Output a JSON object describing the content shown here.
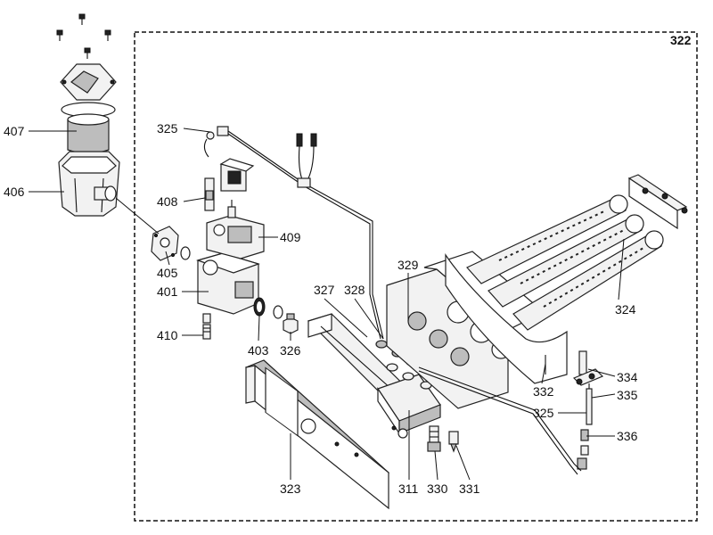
{
  "diagram": {
    "frame_label": "322",
    "callouts": {
      "c407": "407",
      "c406": "406",
      "c325a": "325",
      "c408": "408",
      "c409": "409",
      "c405": "405",
      "c401": "401",
      "c410": "410",
      "c403": "403",
      "c326": "326",
      "c327": "327",
      "c328": "328",
      "c329": "329",
      "c324": "324",
      "c332": "332",
      "c334": "334",
      "c335": "335",
      "c325b": "325",
      "c336": "336",
      "c323": "323",
      "c311": "311",
      "c330": "330",
      "c331": "331"
    }
  },
  "colors": {
    "line": "#111111",
    "part_fill": "#f2f2f2",
    "shade": "#bdbdbd",
    "background": "#ffffff"
  }
}
